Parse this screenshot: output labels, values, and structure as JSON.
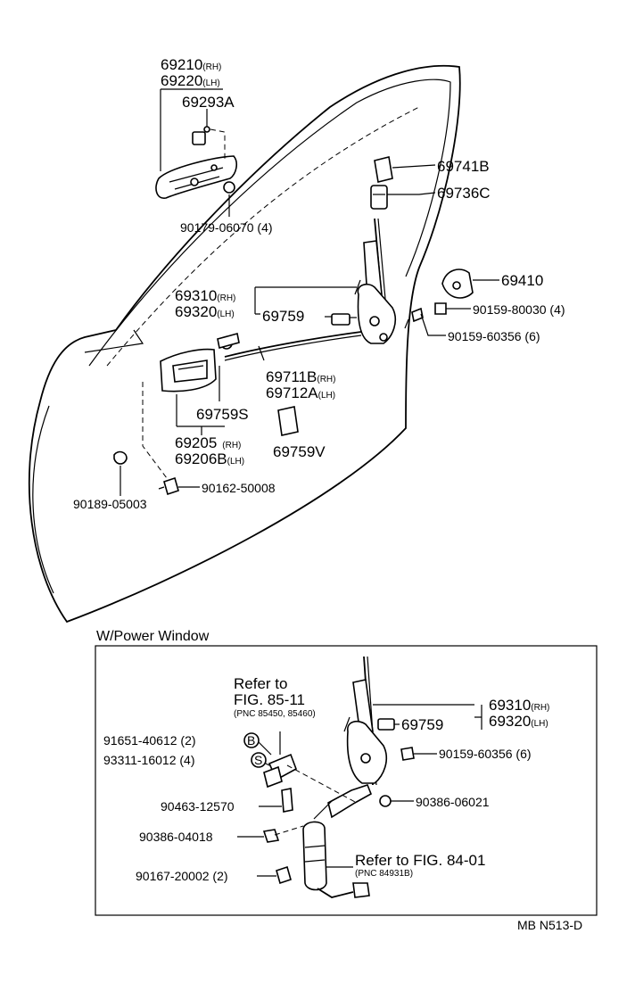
{
  "labels": {
    "p69210": "69210",
    "p69210_sub": "(RH)",
    "p69220": "69220",
    "p69220_sub": "(LH)",
    "p69293A": "69293A",
    "p69741B": "69741B",
    "p69736C": "69736C",
    "p90179": "90179-06070 (4)",
    "p69310": "69310",
    "p69310_sub": "(RH)",
    "p69320": "69320",
    "p69320_sub": "(LH)",
    "p69759": "69759",
    "p69410": "69410",
    "p90159_80030": "90159-80030 (4)",
    "p90159_60356": "90159-60356 (6)",
    "p69711B": "69711B",
    "p69711B_sub": "(RH)",
    "p69712A": "69712A",
    "p69712A_sub": "(LH)",
    "p69759S": "69759S",
    "p69205": "69205",
    "p69205_sub": "(RH)",
    "p69206B": "69206B",
    "p69206B_sub": "(LH)",
    "p69759V": "69759V",
    "p90189": "90189-05003",
    "p90162": "90162-50008"
  },
  "power_window": {
    "title": "W/Power Window",
    "refer1_line1": "Refer to",
    "refer1_line2": "FIG. 85-11",
    "refer1_pnc": "(PNC 85450, 85460)",
    "p91651": "91651-40612 (2)",
    "badge_b": "B",
    "p93311": "93311-16012 (4)",
    "badge_s": "S",
    "p90463": "90463-12570",
    "p90386_04018": "90386-04018",
    "p90167": "90167-20002 (2)",
    "refer2_line1": "Refer to FIG. 84-01",
    "refer2_pnc": "(PNC 84931B)",
    "p69310": "69310",
    "p69310_sub": "(RH)",
    "p69320": "69320",
    "p69320_sub": "(LH)",
    "p69759": "69759",
    "p90159_60356": "90159-60356 (6)",
    "p90386_06021": "90386-06021"
  },
  "footer_code": "MB N513-D"
}
